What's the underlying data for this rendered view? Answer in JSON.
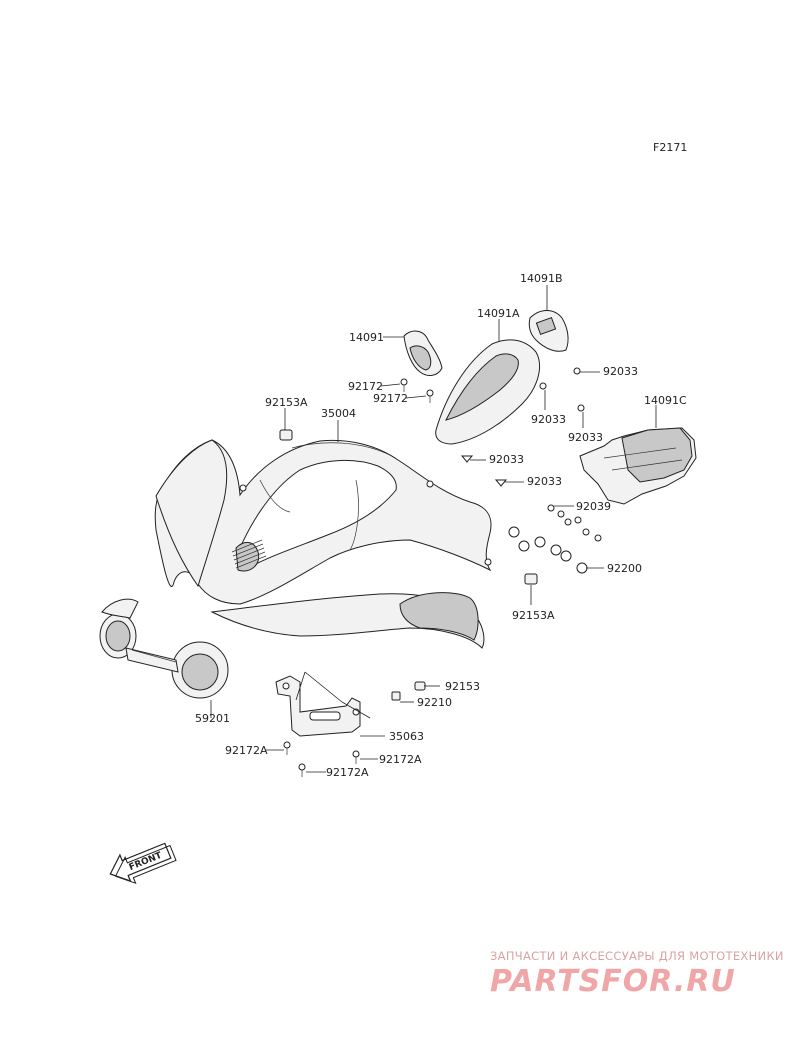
{
  "figure_code": "F2171",
  "parts": [
    {
      "id": "p14091B",
      "number": "14091B"
    },
    {
      "id": "p14091A",
      "number": "14091A"
    },
    {
      "id": "p14091",
      "number": "14091"
    },
    {
      "id": "p92033a",
      "number": "92033"
    },
    {
      "id": "p92172a",
      "number": "92172"
    },
    {
      "id": "p92172b",
      "number": "92172"
    },
    {
      "id": "p92033b",
      "number": "92033"
    },
    {
      "id": "p92033c",
      "number": "92033"
    },
    {
      "id": "p14091C",
      "number": "14091C"
    },
    {
      "id": "p92153A_top",
      "number": "92153A"
    },
    {
      "id": "p35004",
      "number": "35004"
    },
    {
      "id": "p92033d",
      "number": "92033"
    },
    {
      "id": "p92033e",
      "number": "92033"
    },
    {
      "id": "p92039",
      "number": "92039"
    },
    {
      "id": "p92200",
      "number": "92200"
    },
    {
      "id": "p92153A_bot",
      "number": "92153A"
    },
    {
      "id": "p92153",
      "number": "92153"
    },
    {
      "id": "p92210",
      "number": "92210"
    },
    {
      "id": "p59201",
      "number": "59201"
    },
    {
      "id": "p35063",
      "number": "35063"
    },
    {
      "id": "p92172A_1",
      "number": "92172A"
    },
    {
      "id": "p92172A_2",
      "number": "92172A"
    },
    {
      "id": "p92172A_3",
      "number": "92172A"
    }
  ],
  "front_arrow_text": "FRONT",
  "watermark": {
    "tagline": "ЗАПЧАСТИ И АКСЕССУАРЫ ДЛЯ МОТОТЕХНИКИ",
    "logo": "PARTSFOR.RU",
    "color": "#f0a6a6"
  }
}
